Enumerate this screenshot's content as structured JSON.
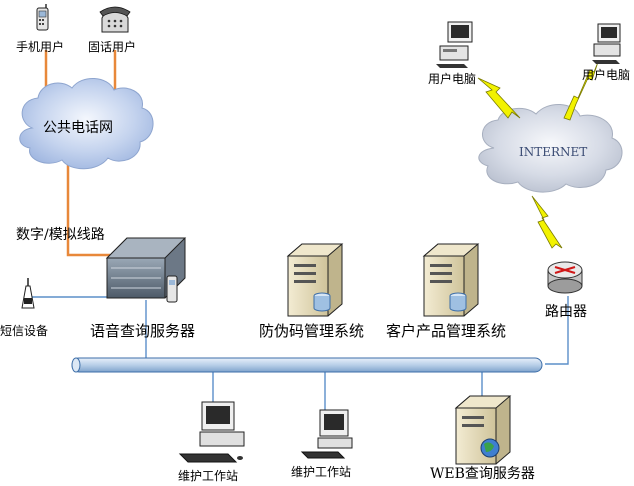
{
  "labels": {
    "mobile_user": "手机用户",
    "landline_user": "固话用户",
    "pstn": "公共电话网",
    "digital_analog_line": "数字/模拟线路",
    "sms_device": "短信设备",
    "voice_server": "语音查询服务器",
    "anti_counterfeit_system": "防伪码管理系统",
    "product_system": "客户产品管理系统",
    "router": "路由器",
    "internet": "INTERNET",
    "pc_user_left": "用户电脑",
    "pc_user_right": "用户电脑",
    "maintenance_station_1": "维护工作站",
    "maintenance_station_2": "维护工作站",
    "web_server": "WEB查询服务器"
  },
  "colors": {
    "phone_line": "#e8883a",
    "lan_line": "#5b8fc9",
    "bus_fill": "#c9dbef",
    "bus_stroke": "#3d6ea8",
    "lightning": "#f2f200",
    "cloud": "#cfd8ea"
  }
}
